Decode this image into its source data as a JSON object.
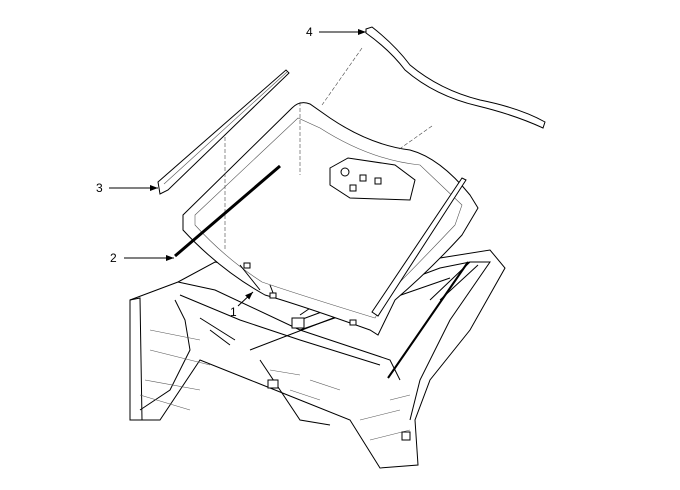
{
  "callouts": [
    {
      "number": "1",
      "part": "windshield-glass"
    },
    {
      "number": "2",
      "part": "windshield-side-strip"
    },
    {
      "number": "3",
      "part": "windshield-side-molding"
    },
    {
      "number": "4",
      "part": "windshield-upper-molding"
    }
  ]
}
